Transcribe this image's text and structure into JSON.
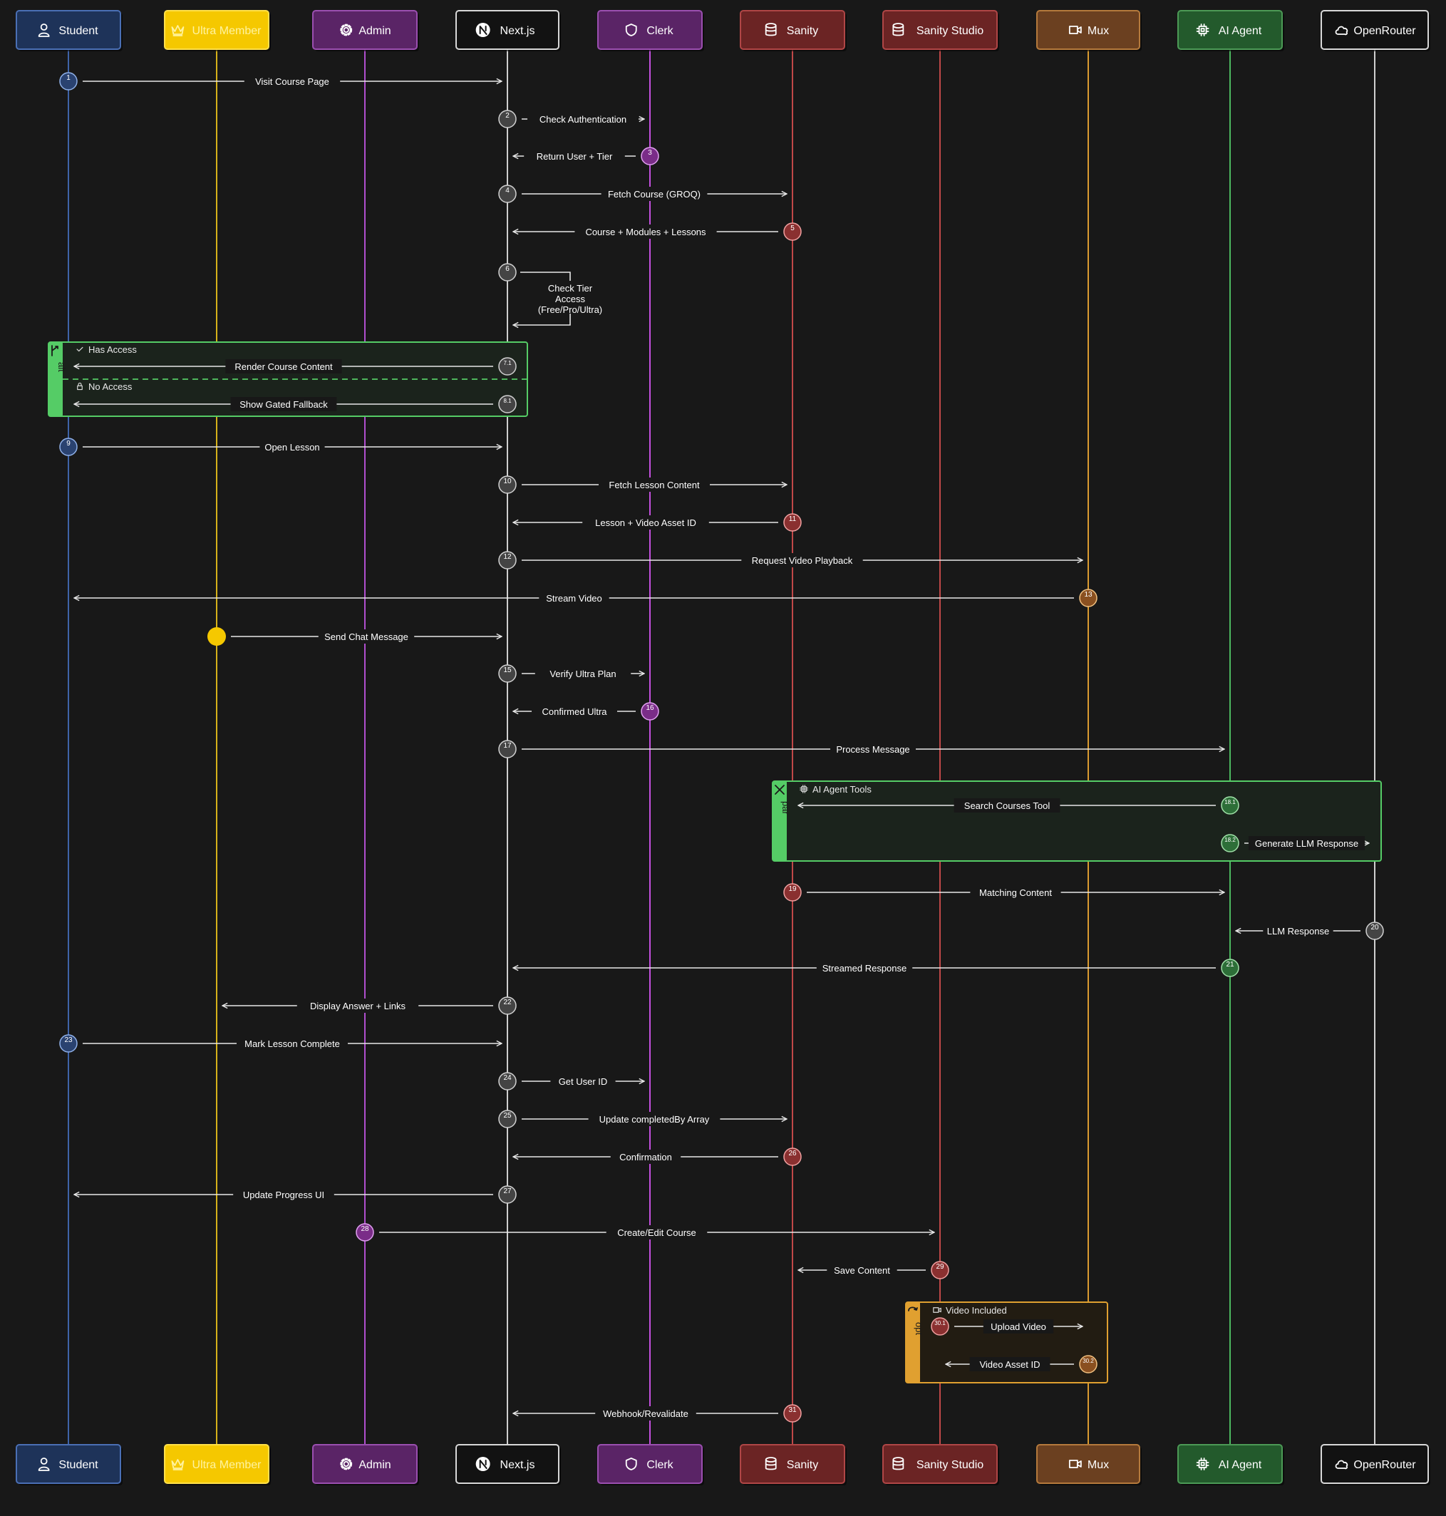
{
  "actors": [
    {
      "key": "student",
      "label": "Student",
      "icon": "user-icon",
      "fill": "#1e3359",
      "stroke": "#4a6fb5",
      "line": "#3f63a8",
      "text": "#ffffff"
    },
    {
      "key": "ultra",
      "label": "Ultra Member",
      "icon": "crown-icon",
      "fill": "#f5c800",
      "stroke": "#ffe04a",
      "line": "#d6b21a",
      "text": "#fff3a0"
    },
    {
      "key": "admin",
      "label": "Admin",
      "icon": "gear-icon",
      "fill": "#5a2466",
      "stroke": "#9b4fb0",
      "line": "#b04fcf",
      "text": "#ffffff"
    },
    {
      "key": "next",
      "label": "Next.js",
      "icon": "nextjs-icon",
      "fill": "#121212",
      "stroke": "#d8d8d8",
      "line": "#cfcfcf",
      "text": "#ffffff"
    },
    {
      "key": "clerk",
      "label": "Clerk",
      "icon": "shield-icon",
      "fill": "#5a2466",
      "stroke": "#9b4fb0",
      "line": "#c450e0",
      "text": "#ffffff"
    },
    {
      "key": "sanity",
      "label": "Sanity",
      "icon": "database-icon",
      "fill": "#6b2424",
      "stroke": "#b04646",
      "line": "#c04848",
      "text": "#ffffff"
    },
    {
      "key": "studio",
      "label": "Sanity Studio",
      "icon": "database-icon",
      "fill": "#6b2424",
      "stroke": "#b04646",
      "line": "#c04848",
      "text": "#ffffff"
    },
    {
      "key": "mux",
      "label": "Mux",
      "icon": "video-camera-icon",
      "fill": "#6b4020",
      "stroke": "#b57a3c",
      "line": "#d99a30",
      "text": "#ffffff"
    },
    {
      "key": "agent",
      "label": "AI Agent",
      "icon": "chip-icon",
      "fill": "#235a2c",
      "stroke": "#4c9a56",
      "line": "#4cb860",
      "text": "#ffffff"
    },
    {
      "key": "openrouter",
      "label": "OpenRouter",
      "icon": "cloud-icon",
      "fill": "#121212",
      "stroke": "#d8d8d8",
      "line": "#d0d0d0",
      "text": "#ffffff"
    }
  ],
  "messages": [
    {
      "n": "1",
      "from": "student",
      "to": "next",
      "label": "Visit Course Page"
    },
    {
      "n": "2",
      "from": "next",
      "to": "clerk",
      "label": "Check Authentication"
    },
    {
      "n": "3",
      "from": "clerk",
      "to": "next",
      "label": "Return User + Tier"
    },
    {
      "n": "4",
      "from": "next",
      "to": "sanity",
      "label": "Fetch Course (GROQ)"
    },
    {
      "n": "5",
      "from": "sanity",
      "to": "next",
      "label": "Course + Modules + Lessons"
    },
    {
      "n": "6",
      "from": "next",
      "to": "next",
      "label_lines": [
        "Check Tier",
        "Access",
        "(Free/Pro/Ultra)"
      ]
    },
    {
      "n": "7.1",
      "from": "next",
      "to": "student",
      "label": "Render Course Content"
    },
    {
      "n": "8.1",
      "from": "next",
      "to": "student",
      "label": "Show Gated Fallback"
    },
    {
      "n": "9",
      "from": "student",
      "to": "next",
      "label": "Open Lesson"
    },
    {
      "n": "10",
      "from": "next",
      "to": "sanity",
      "label": "Fetch Lesson Content"
    },
    {
      "n": "11",
      "from": "sanity",
      "to": "next",
      "label": "Lesson + Video Asset ID"
    },
    {
      "n": "12",
      "from": "next",
      "to": "mux",
      "label": "Request Video Playback"
    },
    {
      "n": "13",
      "from": "mux",
      "to": "student",
      "label": "Stream Video"
    },
    {
      "n": "14",
      "from": "ultra",
      "to": "next",
      "label": "Send Chat Message"
    },
    {
      "n": "15",
      "from": "next",
      "to": "clerk",
      "label": "Verify Ultra Plan"
    },
    {
      "n": "16",
      "from": "clerk",
      "to": "next",
      "label": "Confirmed Ultra"
    },
    {
      "n": "17",
      "from": "next",
      "to": "agent",
      "label": "Process Message"
    },
    {
      "n": "18.1",
      "from": "agent",
      "to": "sanity",
      "label": "Search Courses Tool"
    },
    {
      "n": "18.2",
      "from": "agent",
      "to": "openrouter",
      "label": "Generate LLM Response"
    },
    {
      "n": "19",
      "from": "sanity",
      "to": "agent",
      "label": "Matching Content"
    },
    {
      "n": "20",
      "from": "openrouter",
      "to": "agent",
      "label": "LLM Response"
    },
    {
      "n": "21",
      "from": "agent",
      "to": "next",
      "label": "Streamed Response"
    },
    {
      "n": "22",
      "from": "next",
      "to": "ultra",
      "label": "Display Answer + Links"
    },
    {
      "n": "23",
      "from": "student",
      "to": "next",
      "label": "Mark Lesson Complete"
    },
    {
      "n": "24",
      "from": "next",
      "to": "clerk",
      "label": "Get User ID"
    },
    {
      "n": "25",
      "from": "next",
      "to": "sanity",
      "label": "Update completedBy Array"
    },
    {
      "n": "26",
      "from": "sanity",
      "to": "next",
      "label": "Confirmation"
    },
    {
      "n": "27",
      "from": "next",
      "to": "student",
      "label": "Update Progress UI"
    },
    {
      "n": "28",
      "from": "admin",
      "to": "studio",
      "label": "Create/Edit Course"
    },
    {
      "n": "29",
      "from": "studio",
      "to": "sanity",
      "label": "Save Content"
    },
    {
      "n": "30.1",
      "from": "studio",
      "to": "mux",
      "label": "Upload Video"
    },
    {
      "n": "30.2",
      "from": "mux",
      "to": "studio",
      "label": "Video Asset ID"
    },
    {
      "n": "31",
      "from": "sanity",
      "to": "next",
      "label": "Webhook/Revalidate"
    }
  ],
  "fragments": [
    {
      "type": "alt",
      "color": "#55cc66",
      "sections": [
        {
          "icon": "check-icon",
          "label": "Has Access"
        },
        {
          "icon": "lock-icon",
          "label": "No Access"
        }
      ]
    },
    {
      "type": "par",
      "color": "#55cc66",
      "sections": [
        {
          "icon": "chip-icon",
          "label": "AI Agent Tools"
        }
      ]
    },
    {
      "type": "opt",
      "color": "#e0a030",
      "sections": [
        {
          "icon": "video-camera-icon",
          "label": "Video Included"
        }
      ]
    }
  ]
}
